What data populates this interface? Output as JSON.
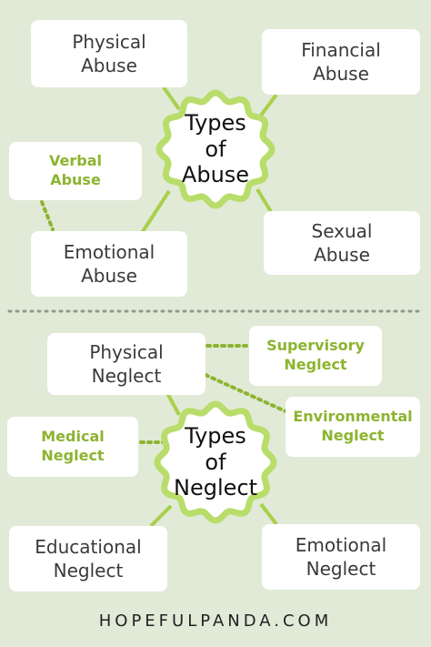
{
  "colors": {
    "background": "#e1ead7",
    "accent_green": "#8cb430",
    "line_green": "#a9d04a",
    "badge_ring": "#b8dd6a",
    "box_fill": "#ffffff",
    "main_text": "#3a3a3a"
  },
  "abuse": {
    "center": "Types\nof\nAbuse",
    "physical": "Physical\nAbuse",
    "financial": "Financial\nAbuse",
    "verbal": "Verbal\nAbuse",
    "emotional": "Emotional\nAbuse",
    "sexual": "Sexual\nAbuse"
  },
  "neglect": {
    "center": "Types\nof\nNeglect",
    "physical": "Physical\nNeglect",
    "supervisory": "Supervisory\nNeglect",
    "environmental": "Environmental\nNeglect",
    "medical": "Medical\nNeglect",
    "educational": "Educational\nNeglect",
    "emotional": "Emotional\nNeglect"
  },
  "footer": "HOPEFULPANDA.COM"
}
